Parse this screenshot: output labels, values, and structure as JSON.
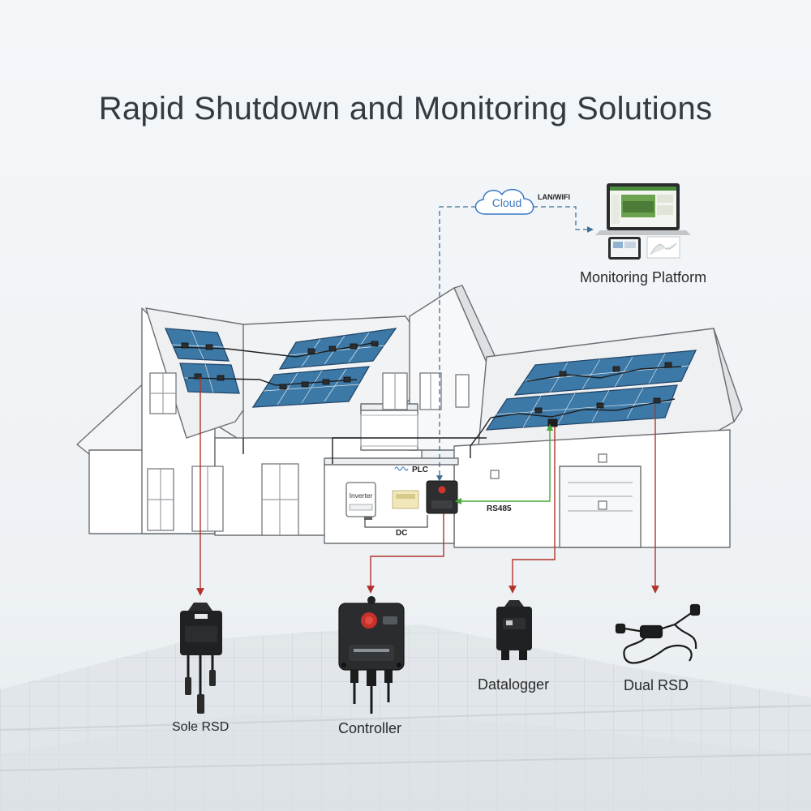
{
  "title": "Rapid Shutdown and Monitoring Solutions",
  "network": {
    "cloud": "Cloud",
    "lan_wifi": "LAN/WIFI",
    "plc": "PLC",
    "rs485": "RS485",
    "dc": "DC"
  },
  "devices": {
    "inverter": "Inverter",
    "monitoring_platform": "Monitoring Platform",
    "sole_rsd": "Sole RSD",
    "controller": "Controller",
    "datalogger": "Datalogger",
    "dual_rsd": "Dual RSD"
  },
  "colors": {
    "title": "#333a40",
    "panel": "#3d79a6",
    "panel_frame": "#22476a",
    "link_red": "#b2332c",
    "link_green": "#4aa83a",
    "link_blue": "#3b6f94",
    "house_line": "#6b6f73",
    "cloud": "#3a79c4"
  }
}
